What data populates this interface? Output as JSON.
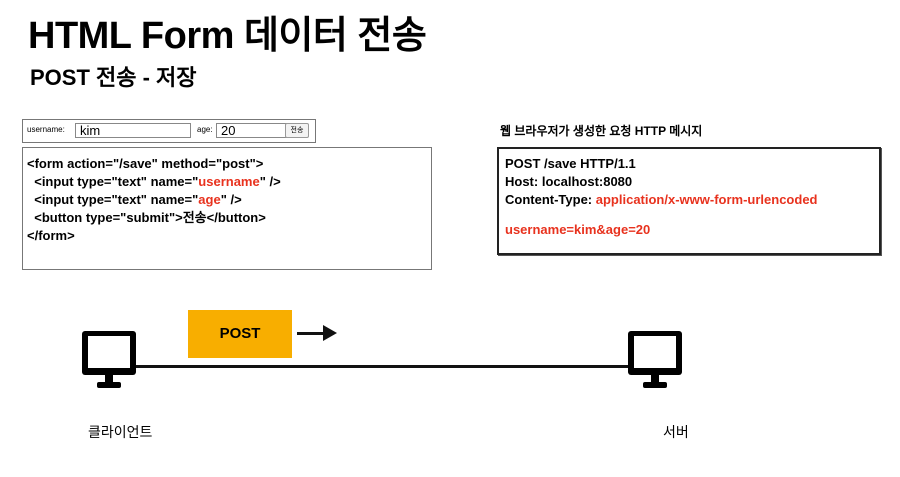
{
  "title": "HTML Form 데이터 전송",
  "subtitle": "POST 전송 - 저장",
  "form_preview": {
    "username_label": "username:",
    "username_value": "kim",
    "age_label": "age:",
    "age_value": "20",
    "submit_label": "전송"
  },
  "form_code": {
    "line1": "<form action=\"/save\" method=\"post\">",
    "line2_prefix": "  <input type=\"text\" name=\"",
    "line2_name": "username",
    "line2_suffix": "\" />",
    "line3_prefix": "  <input type=\"text\" name=\"",
    "line3_name": "age",
    "line3_suffix": "\" />",
    "line4": "  <button type=\"submit\">전송</button>",
    "line5": "</form>"
  },
  "http_message": {
    "caption": "웹 브라우저가 생성한 요청 HTTP 메시지",
    "request_line": "POST /save HTTP/1.1",
    "host": "Host: localhost:8080",
    "content_type_label": "Content-Type: ",
    "content_type_value": "application/x-www-form-urlencoded",
    "body": "username=kim&age=20"
  },
  "diagram": {
    "client_label": "클라이언트",
    "server_label": "서버",
    "method_label": "POST"
  },
  "colors": {
    "highlight_red": "#e8321e",
    "post_box": "#f8ae00"
  },
  "icons": [
    "computer-icon"
  ]
}
